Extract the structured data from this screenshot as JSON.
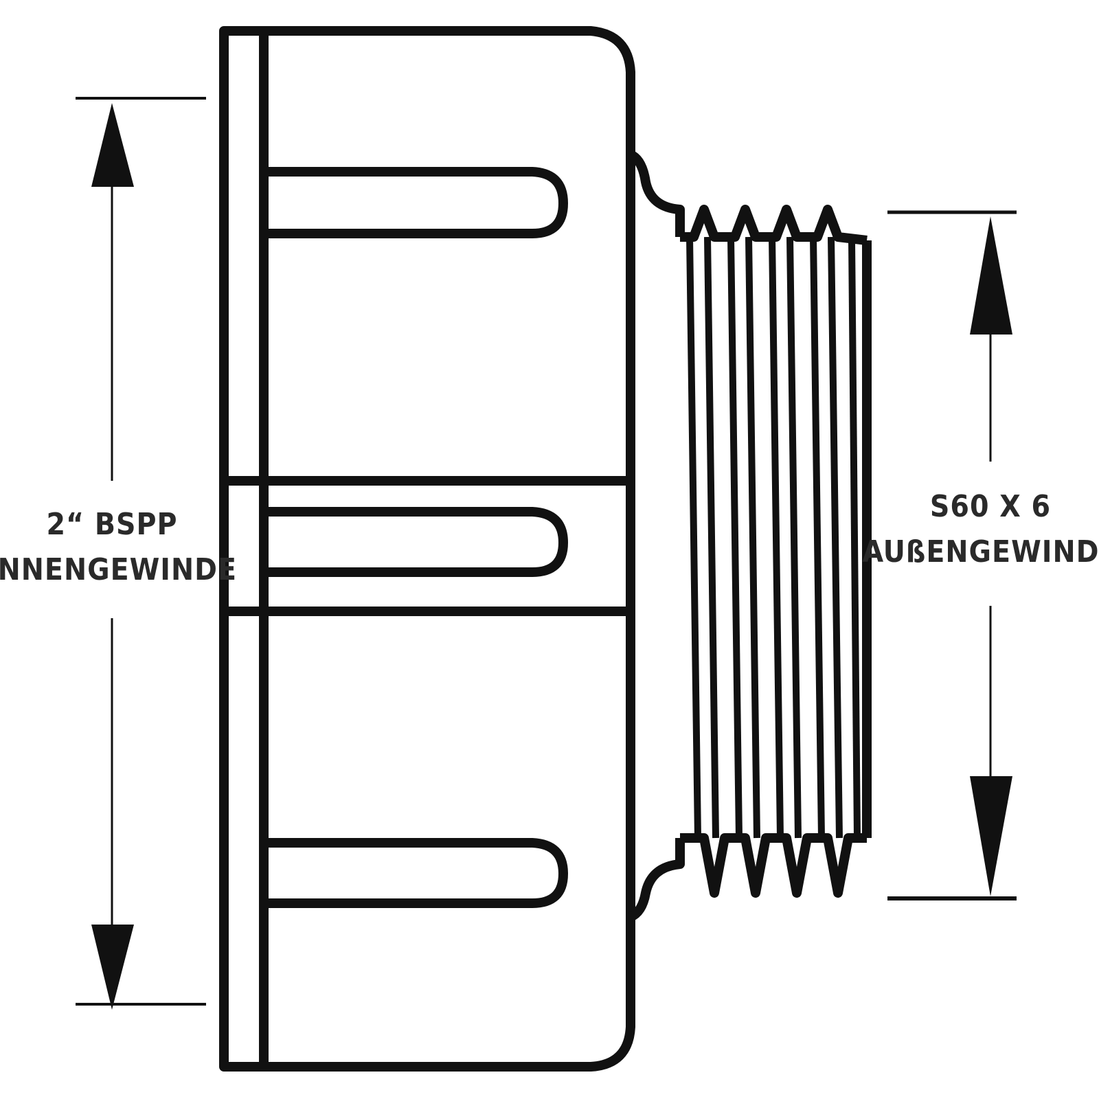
{
  "left_dimension": {
    "line1": "2“ BSPP",
    "line2": "INNENGEWINDE"
  },
  "right_dimension": {
    "line1": "S60 X 6",
    "line2": "AUßENGEWINDE"
  },
  "colors": {
    "stroke": "#111111",
    "text": "#2a2a2a",
    "background": "#ffffff"
  }
}
